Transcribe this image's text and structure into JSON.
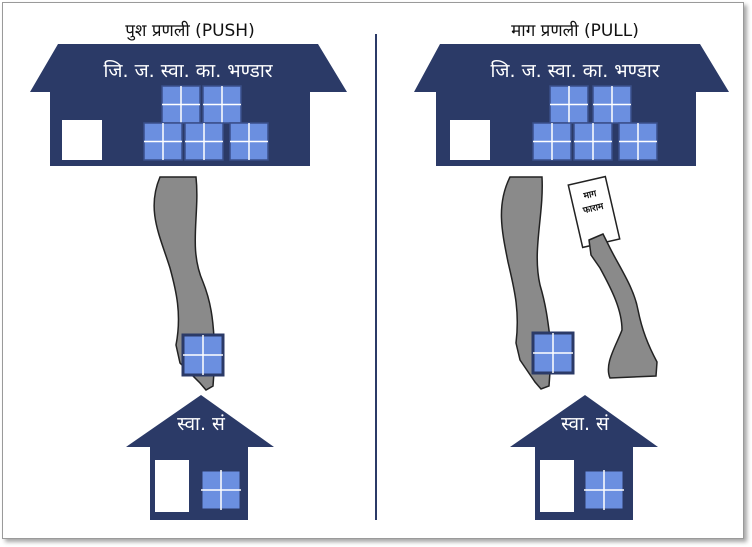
{
  "push": {
    "title": "पुश प्रणली (PUSH)",
    "warehouse_label": "जि. ज. स्वा. का. भण्डार",
    "facility_label": "स्वा. सं"
  },
  "pull": {
    "title": "माग प्रणली (PULL)",
    "warehouse_label": "जि. ज. स्वा. का. भण्डार",
    "facility_label": "स्वा. सं",
    "form_line1": "माग",
    "form_line2": "फाराम"
  },
  "colors": {
    "house": "#2b3a67",
    "box": "#6b8fe0",
    "box_line": "#3a4f8a",
    "arm": "#8a8a8a",
    "divider": "#2b3a67"
  }
}
